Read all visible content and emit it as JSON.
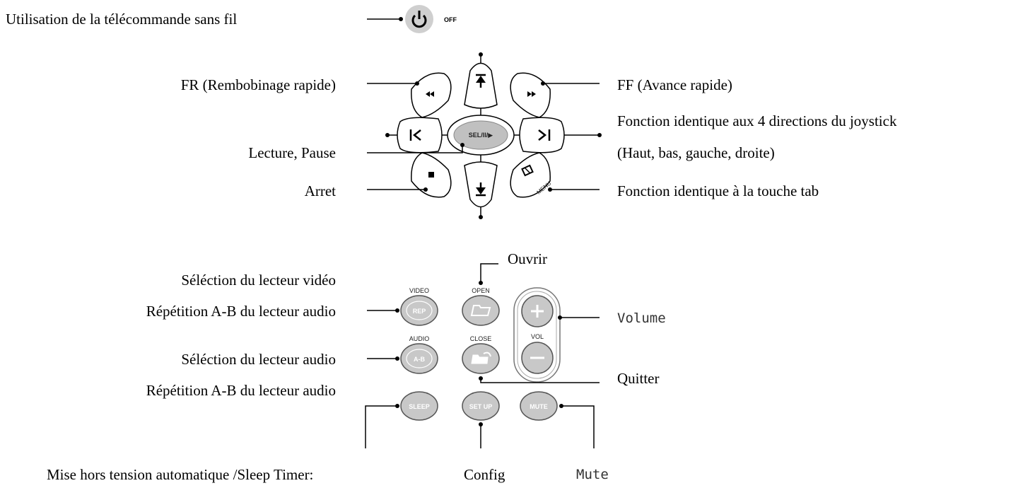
{
  "labels": {
    "wireless": "Utilisation de la télécommande sans fil",
    "fr": "FR (Rembobinage rapide)",
    "ff": "FF (Avance rapide)",
    "joystick1": "Fonction identique aux 4 directions du joystick",
    "joystick2": "(Haut, bas, gauche, droite)",
    "play_pause": "Lecture, Pause",
    "stop": "Arret",
    "tab": "Fonction identique à la touche tab",
    "open": "Ouvrir",
    "video_sel": "Séléction du lecteur vidéo",
    "rep_audio1": "Répétition A-B du lecteur audio",
    "volume": "Volume",
    "audio_sel": "Séléction du lecteur audio",
    "quit": "Quitter",
    "rep_audio2": "Répétition A-B du lecteur audio",
    "sleep_timer": "Mise hors tension automatique /Sleep Timer:",
    "config": "Config",
    "mute": "Mute"
  },
  "buttons": {
    "off": "OFF",
    "sel": "SEL/II/▶",
    "menu": "MENU",
    "video": "VIDEO",
    "rep": "REP",
    "open": "OPEN",
    "audio": "AUDIO",
    "ab": "A-B",
    "close": "CLOSE",
    "vol": "VOL",
    "sleep": "SLEEP",
    "setup": "SET UP",
    "mute": "MUTE"
  },
  "icons": {
    "power": "power-icon",
    "rewind": "rewind-icon",
    "fast_forward": "fast-forward-icon",
    "up": "arrow-up-icon",
    "down": "arrow-down-icon",
    "prev": "skip-previous-icon",
    "next": "skip-next-icon",
    "stop": "stop-icon",
    "menu": "menu-icon",
    "folder_open": "folder-open-icon",
    "folder_close": "folder-close-icon",
    "plus": "plus-icon",
    "minus": "minus-icon"
  },
  "colors": {
    "button_fill": "#c8c8c8",
    "line": "#000000"
  }
}
